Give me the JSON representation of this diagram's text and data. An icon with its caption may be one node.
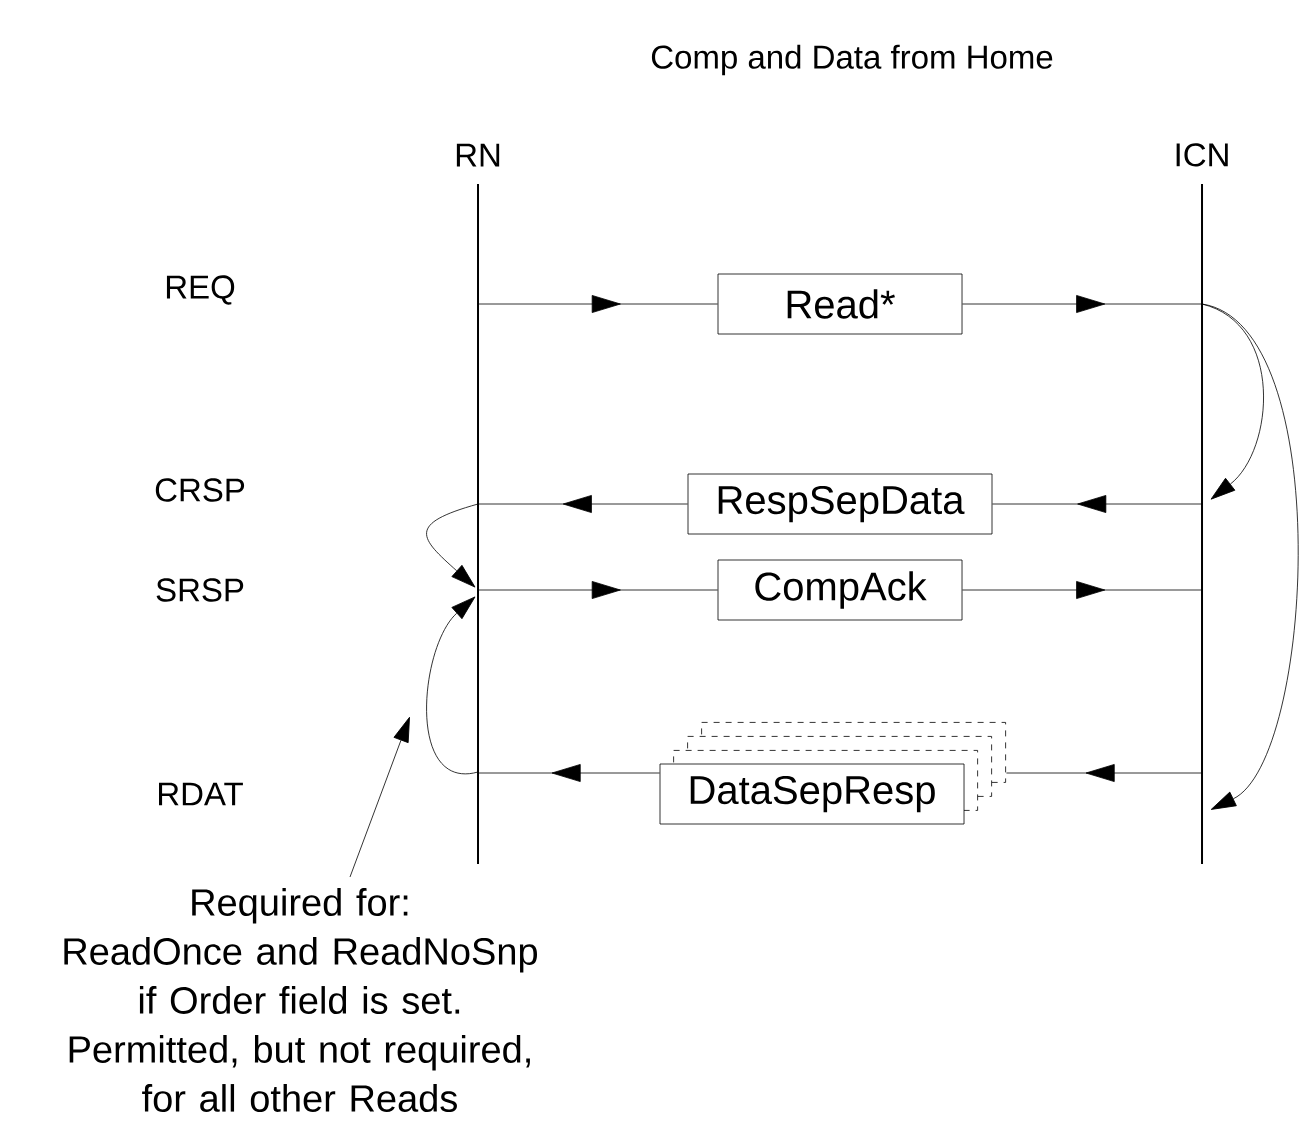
{
  "diagram": {
    "title": "Comp and Data from Home",
    "nodes": [
      {
        "text": [
          "RN"
        ]
      },
      {
        "text": [
          "ICN"
        ]
      },
      {
        "text": [
          "Read*"
        ]
      },
      {
        "text": [
          "RespSepData"
        ]
      },
      {
        "text": [
          "CompAck"
        ]
      },
      {
        "text": [
          "DataSepResp"
        ]
      },
      {
        "text": [
          "Required for:",
          "ReadOnce and ReadNoSnp if Order field is set. Permitted, but not required, for all other Reads"
        ]
      }
    ],
    "edges": [
      {
        "from": 0,
        "to": 2,
        "arrow": "to"
      },
      {
        "from": 2,
        "to": 1,
        "arrow": "to"
      },
      {
        "from": 1,
        "to": 3,
        "arrow": "to"
      },
      {
        "from": 3,
        "to": 0,
        "arrow": "to"
      },
      {
        "from": 0,
        "to": 4,
        "arrow": "to"
      },
      {
        "from": 4,
        "to": 1,
        "arrow": "to"
      },
      {
        "from": 1,
        "to": 5,
        "arrow": "to"
      },
      {
        "from": 5,
        "to": 0,
        "arrow": "to"
      },
      {
        "from": 1,
        "to": 1,
        "arrow": "to"
      },
      {
        "from": 1,
        "to": 1,
        "arrow": "to"
      },
      {
        "from": 0,
        "to": 0,
        "arrow": "to"
      },
      {
        "from": 0,
        "to": 0,
        "arrow": "to"
      },
      {
        "from": 6,
        "to": null,
        "arrow": "to"
      }
    ],
    "labels": [
      "REQ",
      "CRSP",
      "SRSP",
      "RDAT"
    ]
  }
}
